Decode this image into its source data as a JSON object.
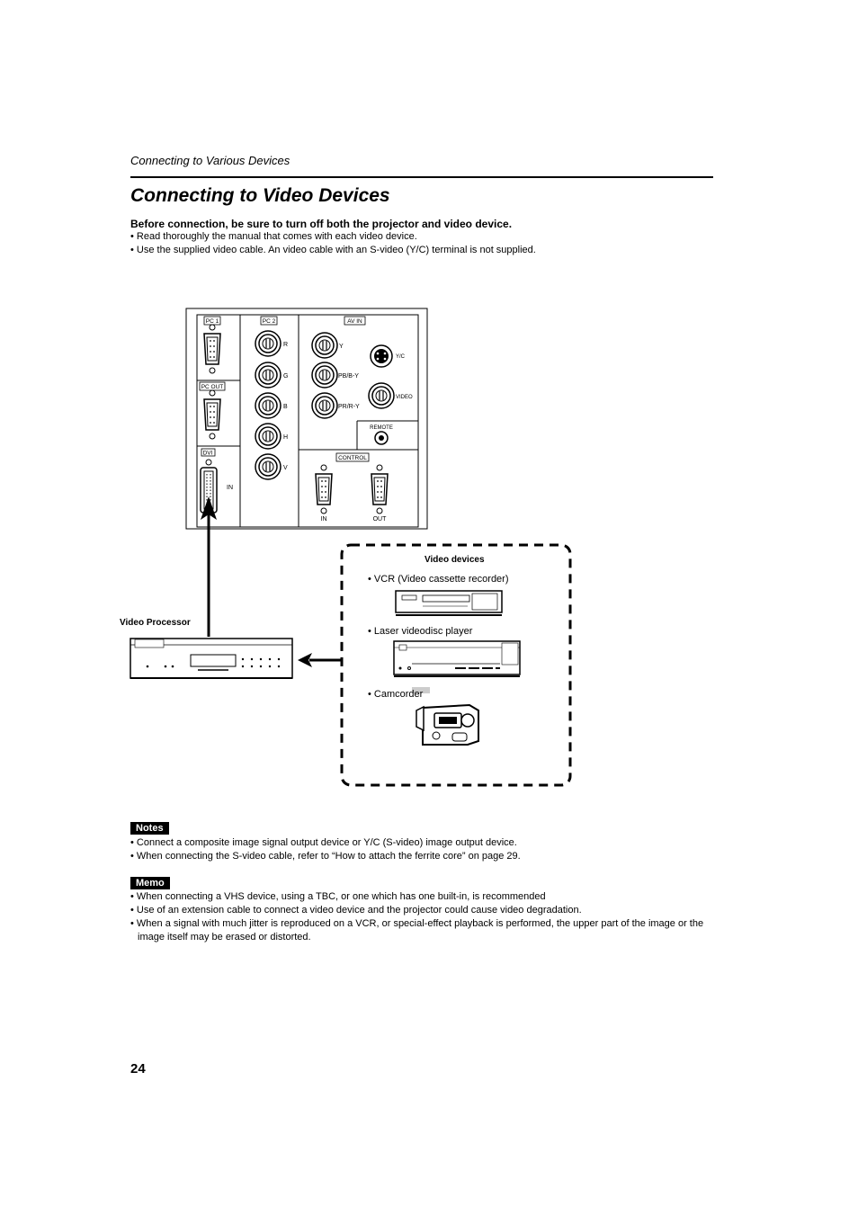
{
  "header": {
    "section": "Connecting to Various Devices"
  },
  "title": "Connecting to Video Devices",
  "intro": {
    "warning": "Before connection, be sure to turn off both the projector and video device.",
    "bullets": [
      "Read thoroughly the manual that comes with each video device.",
      "Use the supplied video cable. An video cable with an S-video (Y/C) terminal is not supplied."
    ]
  },
  "diagram": {
    "panel": {
      "pc1": "PC 1",
      "pc_out": "PC OUT",
      "dvi": "DVI",
      "dvi_in": "IN",
      "pc2": "PC 2",
      "pc2_ports": [
        "R",
        "G",
        "B",
        "H",
        "V"
      ],
      "av_in": "AV IN",
      "av_y": "Y",
      "av_pb": "PB/B-Y",
      "av_pr": "PR/R-Y",
      "av_yc": "Y/C",
      "av_video": "VIDEO",
      "remote": "REMOTE",
      "control": "CONTROL",
      "control_in": "IN",
      "control_out": "OUT"
    },
    "video_processor": "Video Processor",
    "video_devices_title": "Video devices",
    "devices": [
      "VCR (Video cassette recorder)",
      "Laser videodisc player",
      "Camcorder"
    ]
  },
  "notes": {
    "tag": "Notes",
    "items": [
      "Connect a composite image signal output device or Y/C (S-video) image output device.",
      "When connecting the S-video cable, refer to “How to attach the ferrite core” on page 29."
    ]
  },
  "memo": {
    "tag": "Memo",
    "items": [
      "When connecting a VHS device, using a TBC, or one which has one built-in, is recommended",
      "Use of an extension cable to connect a video device and the projector could cause video degradation.",
      "When a signal with much jitter is reproduced on a VCR, or special-effect playback is performed, the upper part of the image or the image itself may be erased or distorted."
    ]
  },
  "page_number": "24"
}
